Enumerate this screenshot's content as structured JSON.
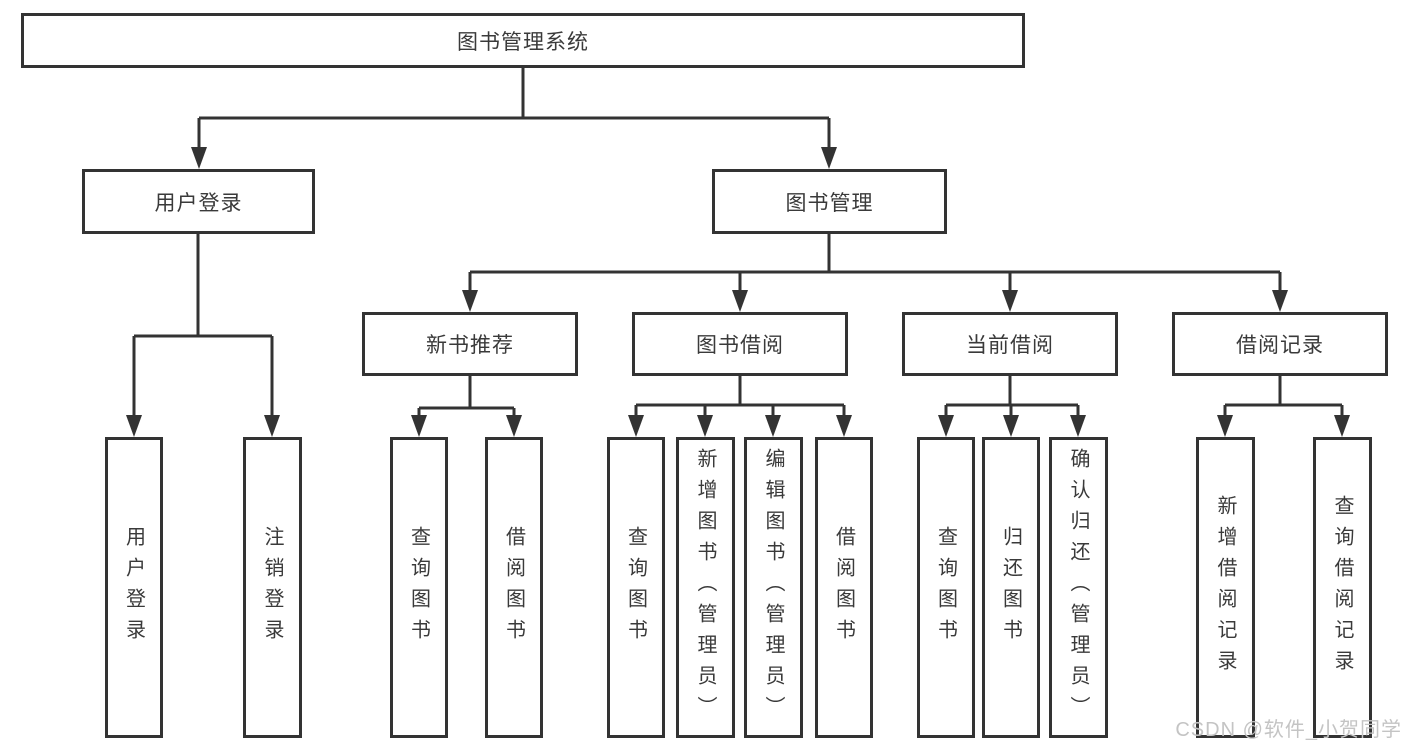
{
  "nodes": {
    "root": "图书管理系统",
    "userLogin": "用户登录",
    "bookMgmt": "图书管理",
    "newBooks": "新书推荐",
    "bookBorrow": "图书借阅",
    "currentBorrow": "当前借阅",
    "borrowRecords": "借阅记录",
    "leafUserLogin": "用户登录",
    "leafLogout": "注销登录",
    "leafQueryBooksA": "查询图书",
    "leafBorrowBooksA": "借阅图书",
    "leafQueryBooksB": "查询图书",
    "leafAddBooks": "新增图书（管理员）",
    "leafEditBooks": "编辑图书（管理员）",
    "leafBorrowBooksB": "借阅图书",
    "leafQueryBooksC": "查询图书",
    "leafReturnBooks": "归还图书",
    "leafConfirmReturn": "确认归还（管理员）",
    "leafAddRecord": "新增借阅记录",
    "leafQueryRecord": "查询借阅记录"
  },
  "watermark": "CSDN @软件_小贺同学",
  "colors": {
    "line": "#333333",
    "text": "#3a3a3a",
    "watermark": "#c4c4c4",
    "background": "#ffffff"
  }
}
